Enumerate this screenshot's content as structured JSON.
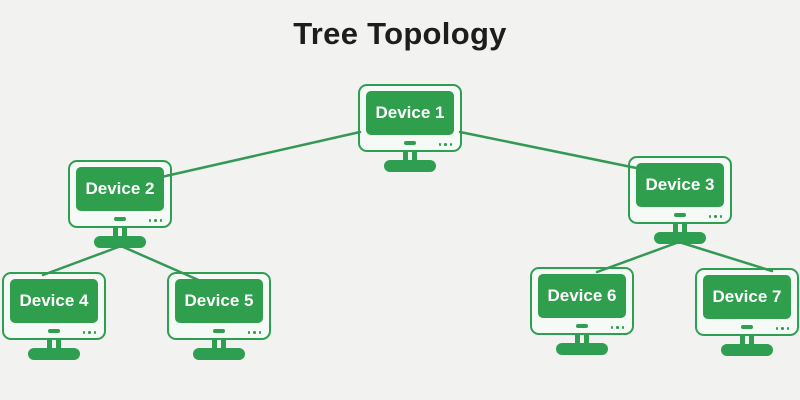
{
  "title": "Tree Topology",
  "devices": [
    {
      "id": 1,
      "label": "Device 1"
    },
    {
      "id": 2,
      "label": "Device 2"
    },
    {
      "id": 3,
      "label": "Device 3"
    },
    {
      "id": 4,
      "label": "Device 4"
    },
    {
      "id": 5,
      "label": "Device 5"
    },
    {
      "id": 6,
      "label": "Device 6"
    },
    {
      "id": 7,
      "label": "Device 7"
    }
  ],
  "connections": [
    {
      "from": "Device 1",
      "to": "Device 2"
    },
    {
      "from": "Device 1",
      "to": "Device 3"
    },
    {
      "from": "Device 2",
      "to": "Device 4"
    },
    {
      "from": "Device 2",
      "to": "Device 5"
    },
    {
      "from": "Device 3",
      "to": "Device 6"
    },
    {
      "from": "Device 3",
      "to": "Device 7"
    }
  ],
  "colors": {
    "background": "#f2f2f1",
    "screen_green": "#2f9e4d",
    "monitor_border_green": "#2e9e50",
    "frame_fill": "#f6faf6",
    "connector_line": "#339955",
    "title_text": "#1d1d1d",
    "device_label_text": "#ffffff"
  }
}
